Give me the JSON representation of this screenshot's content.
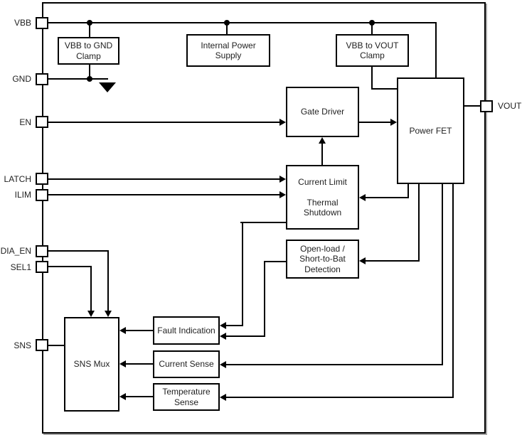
{
  "pins": {
    "vbb": {
      "label": "VBB"
    },
    "gnd": {
      "label": "GND"
    },
    "en": {
      "label": "EN"
    },
    "latch": {
      "label": "LATCH"
    },
    "ilim": {
      "label": "ILIM"
    },
    "dia_en": {
      "label": "DIA_EN"
    },
    "sel1": {
      "label": "SEL1"
    },
    "sns": {
      "label": "SNS"
    },
    "vout": {
      "label": "VOUT"
    }
  },
  "blocks": {
    "vbb_gnd_clamp": {
      "label": "VBB to GND\nClamp"
    },
    "internal_power_supply": {
      "label": "Internal Power\nSupply"
    },
    "vbb_vout_clamp": {
      "label": "VBB to VOUT\nClamp"
    },
    "gate_driver": {
      "label": "Gate Driver"
    },
    "power_fet": {
      "label": "Power FET"
    },
    "current_limit_thermal_shutdown": {
      "label": "Current Limit\n\nThermal\nShutdown"
    },
    "open_load_detection": {
      "label": "Open-load /\nShort-to-Bat\nDetection"
    },
    "fault_indication": {
      "label": "Fault Indication"
    },
    "current_sense": {
      "label": "Current Sense"
    },
    "temperature_sense": {
      "label": "Temperature\nSense"
    },
    "sns_mux": {
      "label": "SNS Mux"
    }
  },
  "colors": {
    "line": "#000000",
    "background": "#ffffff",
    "block_fill": "#ffffff"
  }
}
